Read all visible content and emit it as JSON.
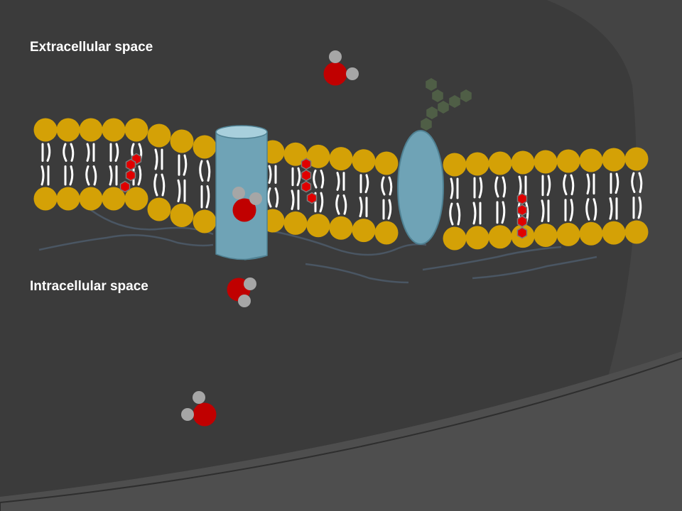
{
  "labels": {
    "extracellular": "Extracellular space",
    "intracellular": "Intracellular space"
  },
  "colors": {
    "background": "#3b3b3b",
    "phospholipid_head": "#d4a106",
    "lipid_tail": "#ffffff",
    "cholesterol": "#e00000",
    "channel_protein": "#6fa3b6",
    "carrier_protein": "#6fa3b6",
    "glycan": "#4f5e46",
    "water_oxygen": "#c00000",
    "water_hydrogen": "#a6a6a6",
    "cytoskeleton_fiber": "#4a5663"
  },
  "components": {
    "phospholipid_bilayer": "phospholipid-bilayer",
    "channel_protein": "channel-protein",
    "carrier_protein": "carrier-protein",
    "glycan_chain": "glycan-chain",
    "cholesterol_molecules": 3,
    "water_molecules": 4
  }
}
